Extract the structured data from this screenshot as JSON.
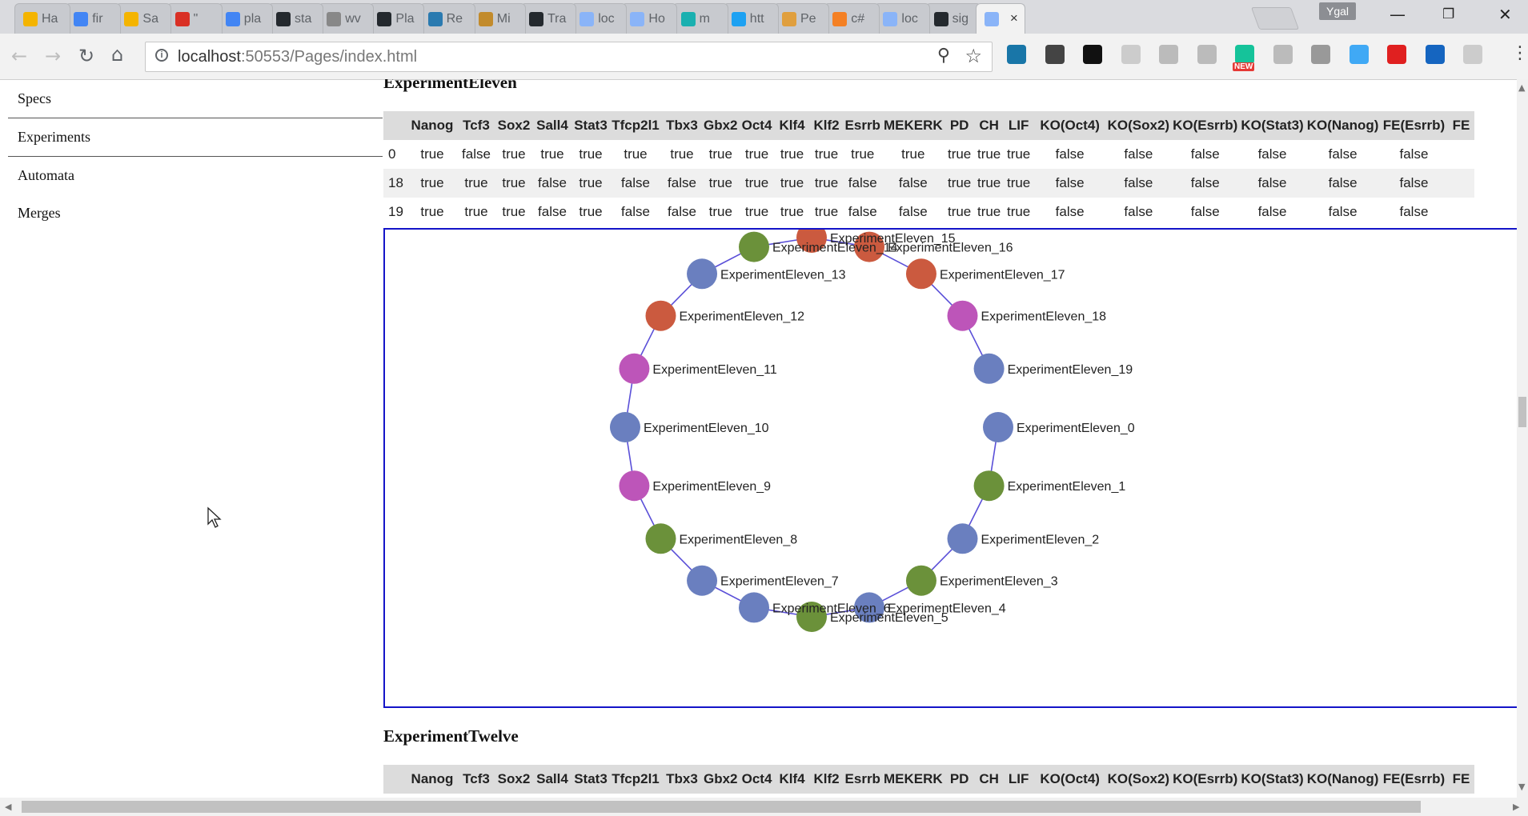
{
  "browser": {
    "tabs": [
      {
        "label": "Ha",
        "icon": "bookmark-icon",
        "color": "#f4b400"
      },
      {
        "label": "fir",
        "icon": "google-icon",
        "color": "#4285f4"
      },
      {
        "label": "Sa",
        "icon": "bookmark-icon",
        "color": "#f4b400"
      },
      {
        "label": "\"",
        "icon": "gmail-icon",
        "color": "#d93025"
      },
      {
        "label": "pla",
        "icon": "google-icon",
        "color": "#4285f4"
      },
      {
        "label": "sta",
        "icon": "github-icon",
        "color": "#24292e"
      },
      {
        "label": "wv",
        "icon": "yahoo-icon",
        "color": "#888888"
      },
      {
        "label": "Pla",
        "icon": "github-icon",
        "color": "#24292e"
      },
      {
        "label": "Re",
        "icon": "re-icon",
        "color": "#2a7ab0"
      },
      {
        "label": "Mi",
        "icon": "bee-icon",
        "color": "#c28b2c"
      },
      {
        "label": "Tra",
        "icon": "github-icon",
        "color": "#24292e"
      },
      {
        "label": "loc",
        "icon": "page-icon",
        "color": "#8ab4f8"
      },
      {
        "label": "Ho",
        "icon": "page-icon",
        "color": "#8ab4f8"
      },
      {
        "label": "m",
        "icon": "chat-icon",
        "color": "#1ab0b0"
      },
      {
        "label": "htt",
        "icon": "twitter-icon",
        "color": "#1da1f2"
      },
      {
        "label": "Pe",
        "icon": "person-icon",
        "color": "#e09f3e"
      },
      {
        "label": "c#",
        "icon": "stackoverflow-icon",
        "color": "#f48024"
      },
      {
        "label": "loc",
        "icon": "page-icon",
        "color": "#8ab4f8"
      },
      {
        "label": "sig",
        "icon": "github-icon",
        "color": "#24292e"
      },
      {
        "label": "",
        "icon": "page-icon",
        "color": "#8ab4f8",
        "active": true
      }
    ],
    "close_glyph": "×",
    "profile_name": "Ygal",
    "url_host": "localhost",
    "url_rest": ":50553/Pages/index.html",
    "new_badge": "NEW",
    "extensions": [
      {
        "icon": "ext-wave-icon",
        "color": "#1976a8"
      },
      {
        "icon": "settings-gear-icon",
        "color": "#444444"
      },
      {
        "icon": "eye-icon",
        "color": "#111111"
      },
      {
        "icon": "ext-swirl-icon",
        "color": "#cccccc"
      },
      {
        "icon": "angular-icon",
        "color": "#bbbbbb"
      },
      {
        "icon": "ext-link-icon",
        "color": "#bbbbbb"
      },
      {
        "icon": "grammarly-icon",
        "color": "#15c39a"
      },
      {
        "icon": "ext-ws-icon",
        "color": "#bbbbbb"
      },
      {
        "icon": "react-icon",
        "color": "#999999"
      },
      {
        "icon": "ext-v-icon",
        "color": "#40a9f5"
      },
      {
        "icon": "ext-video-icon",
        "color": "#e02020"
      },
      {
        "icon": "ext-box-icon",
        "color": "#1565c0"
      },
      {
        "icon": "ext-gray-icon",
        "color": "#cccccc"
      }
    ]
  },
  "sidebar": {
    "items": [
      {
        "label": "Specs"
      },
      {
        "label": "Experiments"
      },
      {
        "label": "Automata"
      },
      {
        "label": "Merges"
      }
    ]
  },
  "experiments": [
    {
      "title": "ExperimentEleven",
      "columns": [
        "",
        "Nanog",
        "Tcf3",
        "Sox2",
        "Sall4",
        "Stat3",
        "Tfcp2l1",
        "Tbx3",
        "Gbx2",
        "Oct4",
        "Klf4",
        "Klf2",
        "Esrrb",
        "MEKERK",
        "PD",
        "CH",
        "LIF",
        "KO(Oct4)",
        "KO(Sox2)",
        "KO(Esrrb)",
        "KO(Stat3)",
        "KO(Nanog)",
        "FE(Esrrb)",
        "FE"
      ],
      "rows": [
        [
          "0",
          "true",
          "false",
          "true",
          "true",
          "true",
          "true",
          "true",
          "true",
          "true",
          "true",
          "true",
          "true",
          "true",
          "true",
          "true",
          "true",
          "false",
          "false",
          "false",
          "false",
          "false",
          "false",
          ""
        ],
        [
          "18",
          "true",
          "true",
          "true",
          "false",
          "true",
          "false",
          "false",
          "true",
          "true",
          "true",
          "true",
          "false",
          "false",
          "true",
          "true",
          "true",
          "false",
          "false",
          "false",
          "false",
          "false",
          "false",
          ""
        ],
        [
          "19",
          "true",
          "true",
          "true",
          "false",
          "true",
          "false",
          "false",
          "true",
          "true",
          "true",
          "true",
          "false",
          "false",
          "true",
          "true",
          "true",
          "false",
          "false",
          "false",
          "false",
          "false",
          "false",
          ""
        ]
      ]
    },
    {
      "title": "ExperimentTwelve",
      "columns": [
        "",
        "Nanog",
        "Tcf3",
        "Sox2",
        "Sall4",
        "Stat3",
        "Tfcp2l1",
        "Tbx3",
        "Gbx2",
        "Oct4",
        "Klf4",
        "Klf2",
        "Esrrb",
        "MEKERK",
        "PD",
        "CH",
        "LIF",
        "KO(Oct4)",
        "KO(Sox2)",
        "KO(Esrrb)",
        "KO(Stat3)",
        "KO(Nanog)",
        "FE(Esrrb)",
        "FE"
      ]
    }
  ],
  "graph": {
    "node_colors": {
      "blue": "#6a7fbf",
      "red": "#cb5a3f",
      "green": "#6b913a",
      "magenta": "#bd55b9"
    },
    "edge_color": "#5a4fd8",
    "nodes": [
      {
        "label": "ExperimentEleven_0",
        "color": "blue"
      },
      {
        "label": "ExperimentEleven_1",
        "color": "green"
      },
      {
        "label": "ExperimentEleven_2",
        "color": "blue"
      },
      {
        "label": "ExperimentEleven_3",
        "color": "green"
      },
      {
        "label": "ExperimentEleven_4",
        "color": "blue"
      },
      {
        "label": "ExperimentEleven_5",
        "color": "green"
      },
      {
        "label": "ExperimentEleven_6",
        "color": "blue"
      },
      {
        "label": "ExperimentEleven_7",
        "color": "blue"
      },
      {
        "label": "ExperimentEleven_8",
        "color": "green"
      },
      {
        "label": "ExperimentEleven_9",
        "color": "magenta"
      },
      {
        "label": "ExperimentEleven_10",
        "color": "blue"
      },
      {
        "label": "ExperimentEleven_11",
        "color": "magenta"
      },
      {
        "label": "ExperimentEleven_12",
        "color": "red"
      },
      {
        "label": "ExperimentEleven_13",
        "color": "blue"
      },
      {
        "label": "ExperimentEleven_14",
        "color": "green"
      },
      {
        "label": "ExperimentEleven_15",
        "color": "red"
      },
      {
        "label": "ExperimentEleven_16",
        "color": "red"
      },
      {
        "label": "ExperimentEleven_17",
        "color": "red"
      },
      {
        "label": "ExperimentEleven_18",
        "color": "magenta"
      },
      {
        "label": "ExperimentEleven_19",
        "color": "blue"
      }
    ],
    "edges": [
      [
        1,
        2
      ],
      [
        2,
        3
      ],
      [
        3,
        4
      ],
      [
        4,
        5
      ],
      [
        5,
        6
      ],
      [
        6,
        7
      ],
      [
        7,
        8
      ],
      [
        8,
        9
      ],
      [
        9,
        10
      ],
      [
        10,
        11
      ],
      [
        11,
        12
      ],
      [
        12,
        13
      ],
      [
        13,
        14
      ],
      [
        14,
        15
      ],
      [
        15,
        16
      ],
      [
        16,
        17
      ],
      [
        17,
        18
      ],
      [
        18,
        19
      ],
      [
        0,
        1
      ]
    ]
  }
}
